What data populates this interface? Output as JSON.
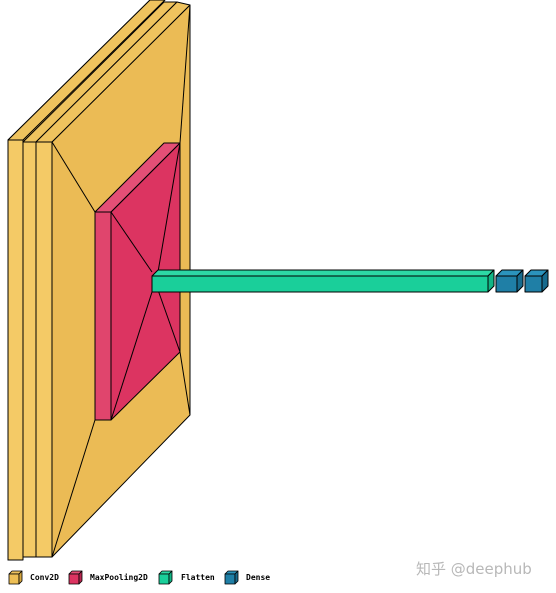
{
  "layers": [
    {
      "type": "Conv2D"
    },
    {
      "type": "Conv2D"
    },
    {
      "type": "MaxPooling2D"
    },
    {
      "type": "Flatten"
    },
    {
      "type": "Dense"
    },
    {
      "type": "Dense"
    }
  ],
  "legend": [
    {
      "label": "Conv2D",
      "color": "#EDBF55"
    },
    {
      "label": "MaxPooling2D",
      "color": "#DC3461"
    },
    {
      "label": "Flatten",
      "color": "#1ACF9A"
    },
    {
      "label": "Dense",
      "color": "#1F7FA6"
    }
  ],
  "watermark": "知乎 @deephub"
}
